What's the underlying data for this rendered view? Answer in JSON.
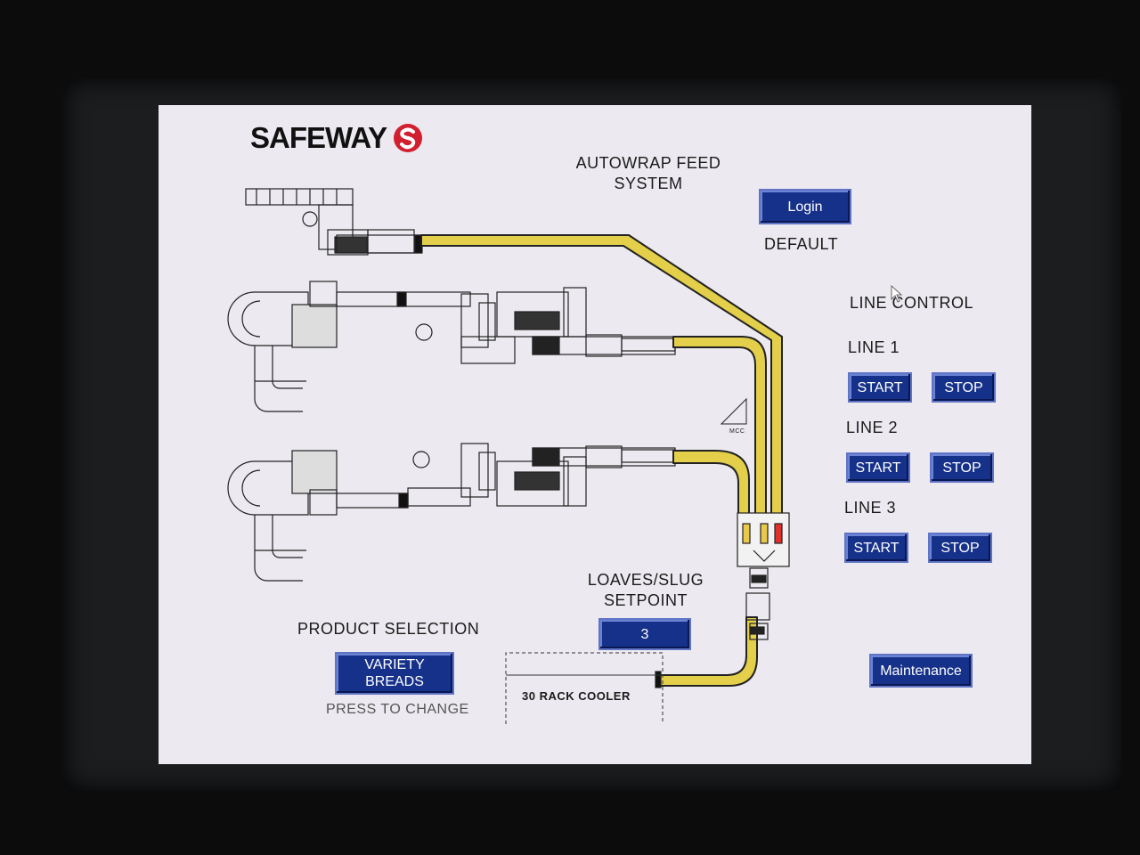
{
  "logo": {
    "text": "SAFEWAY"
  },
  "header": {
    "title_line1": "AUTOWRAP FEED",
    "title_line2": "SYSTEM"
  },
  "login": {
    "button_label": "Login",
    "user": "DEFAULT"
  },
  "line_control": {
    "title": "LINE CONTROL",
    "lines": [
      {
        "label": "LINE 1",
        "start": "START",
        "stop": "STOP"
      },
      {
        "label": "LINE 2",
        "start": "START",
        "stop": "STOP"
      },
      {
        "label": "LINE 3",
        "start": "START",
        "stop": "STOP"
      }
    ]
  },
  "setpoint": {
    "title_line1": "LOAVES/SLUG",
    "title_line2": "SETPOINT",
    "value": "3"
  },
  "product": {
    "title": "PRODUCT SELECTION",
    "button_line1": "VARIETY",
    "button_line2": "BREADS",
    "hint": "PRESS TO CHANGE"
  },
  "cooler": {
    "label": "30 RACK COOLER"
  },
  "mcc": {
    "label": "MCC"
  },
  "maintenance": {
    "button_label": "Maintenance"
  },
  "colors": {
    "conveyor": "#e3cf4a",
    "button": "#16318a",
    "logo_red": "#d21f2f",
    "gate_red": "#e0312a",
    "gate_yellow": "#e9c84a"
  }
}
